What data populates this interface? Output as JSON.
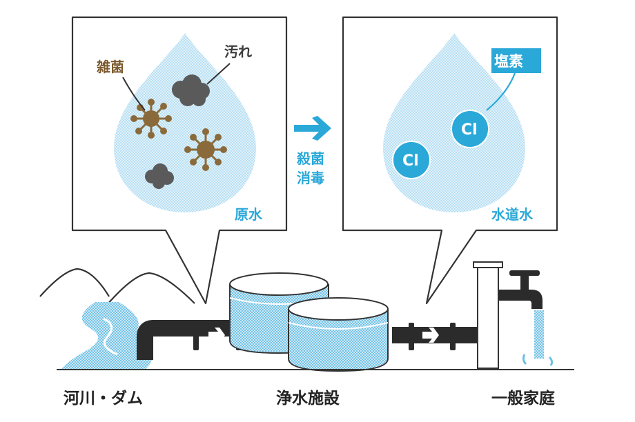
{
  "labels": {
    "raw_panel": {
      "bacteria": "雑菌",
      "dirt": "汚れ",
      "water_type": "原水"
    },
    "process": {
      "line1": "殺菌",
      "line2": "消毒"
    },
    "tap_panel": {
      "chlorine": "塩素",
      "cl_symbol": "Cl",
      "water_type": "水道水"
    },
    "bottom": {
      "source": "河川・ダム",
      "facility": "浄水施設",
      "household": "一般家庭"
    }
  },
  "colors": {
    "water": "#9fd5ef",
    "accent": "#2aa8d8",
    "bacteria": "#8a6a3a",
    "dirt": "#555555",
    "pipe": "#2b2b2b",
    "outline": "#333333"
  }
}
